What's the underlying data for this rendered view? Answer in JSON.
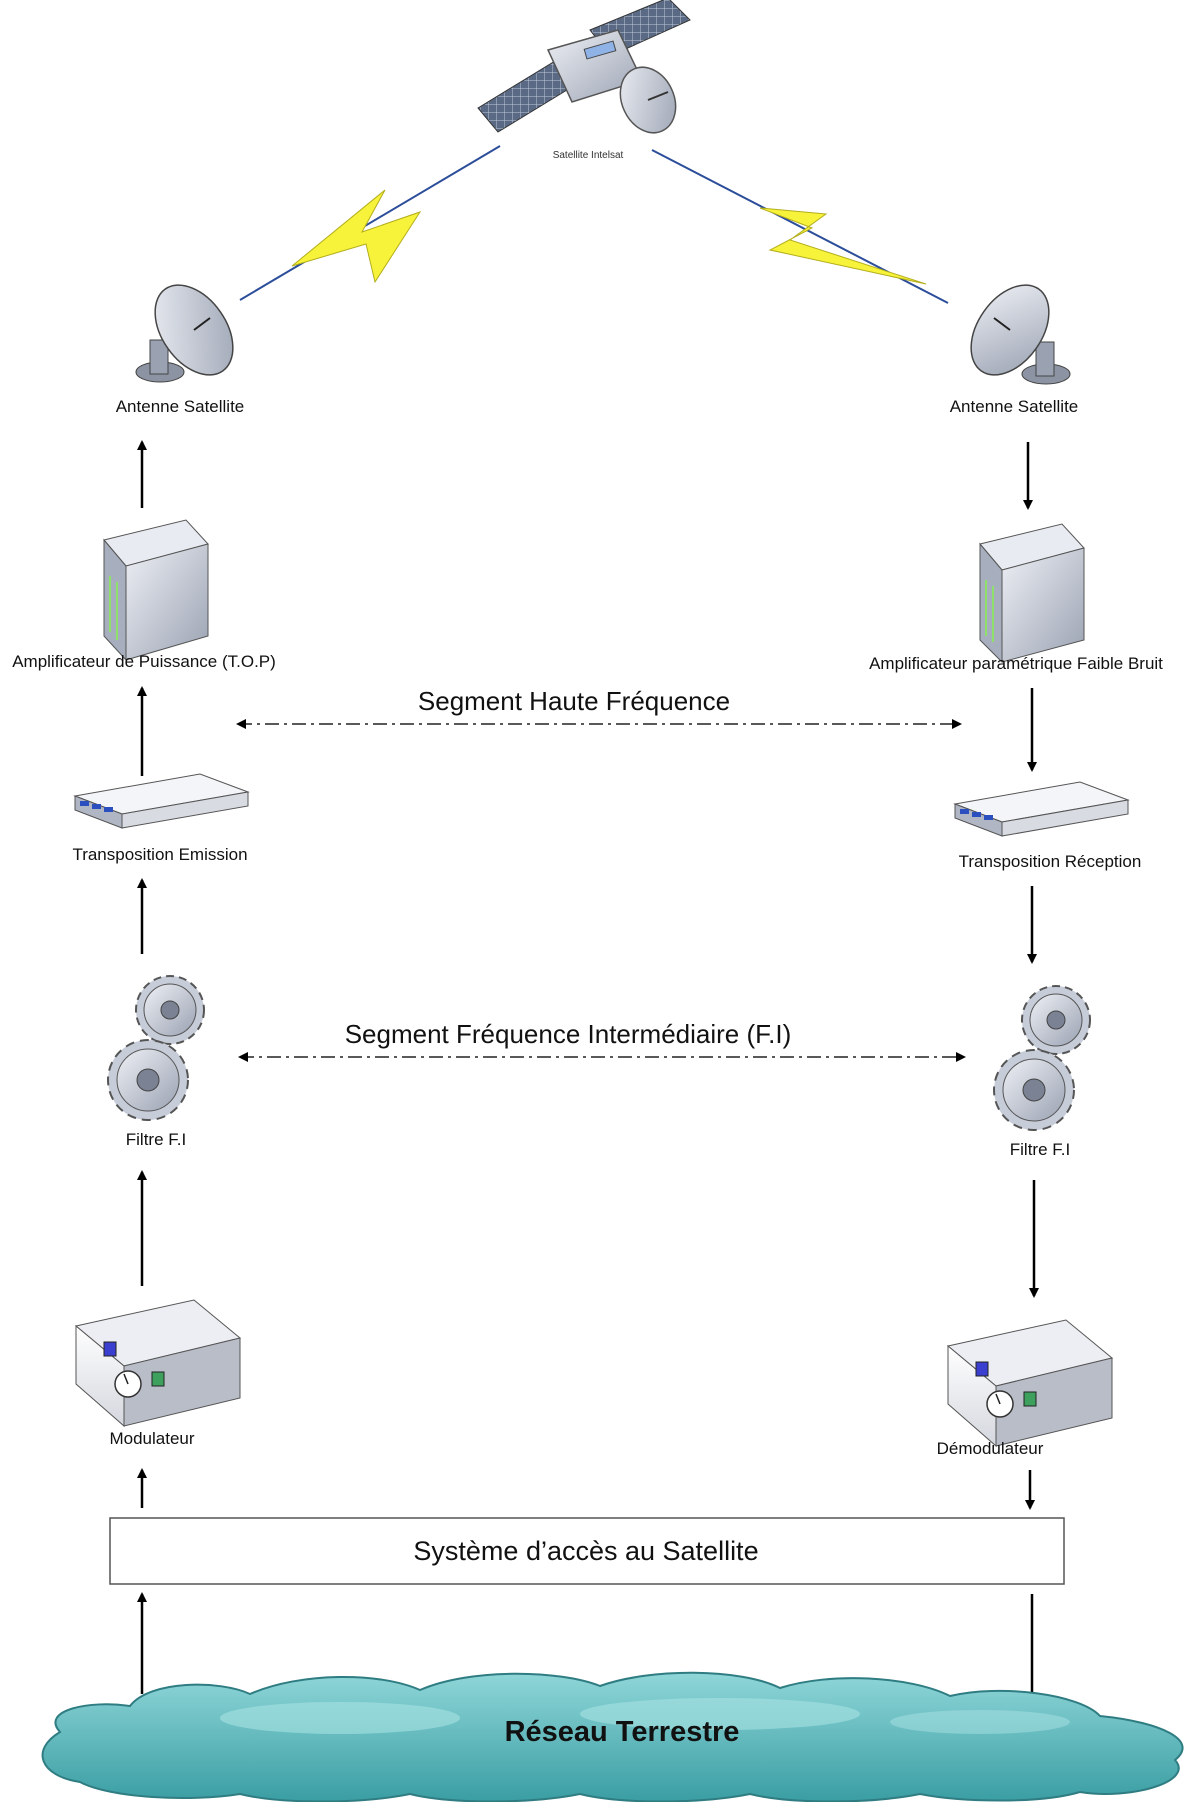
{
  "satellite": {
    "label": "Satellite Intelsat"
  },
  "uplink": {
    "antenna_label": "Antenne Satellite",
    "amplifier_label": "Amplificateur de Puissance (T.O.P)",
    "transposition_label": "Transposition Emission",
    "filter_label": "Filtre F.I",
    "modem_label": "Modulateur"
  },
  "downlink": {
    "antenna_label": "Antenne Satellite",
    "amplifier_label": "Amplificateur paramétrique Faible Bruit",
    "transposition_label": "Transposition Réception",
    "filter_label": "Filtre F.I",
    "modem_label": "Démodulateur"
  },
  "segments": {
    "high_frequency": "Segment Haute Fréquence",
    "intermediate_frequency": "Segment Fréquence Intermédiaire (F.I)"
  },
  "access_system": {
    "label": "Système d’accès au Satellite"
  },
  "terrestrial_network": {
    "label": "Réseau Terrestre"
  },
  "colors": {
    "lightning": "#f7f23a",
    "link_line": "#2b4d9a",
    "cloud": "#6fc4c7",
    "device_gray": "#c9ced8"
  }
}
